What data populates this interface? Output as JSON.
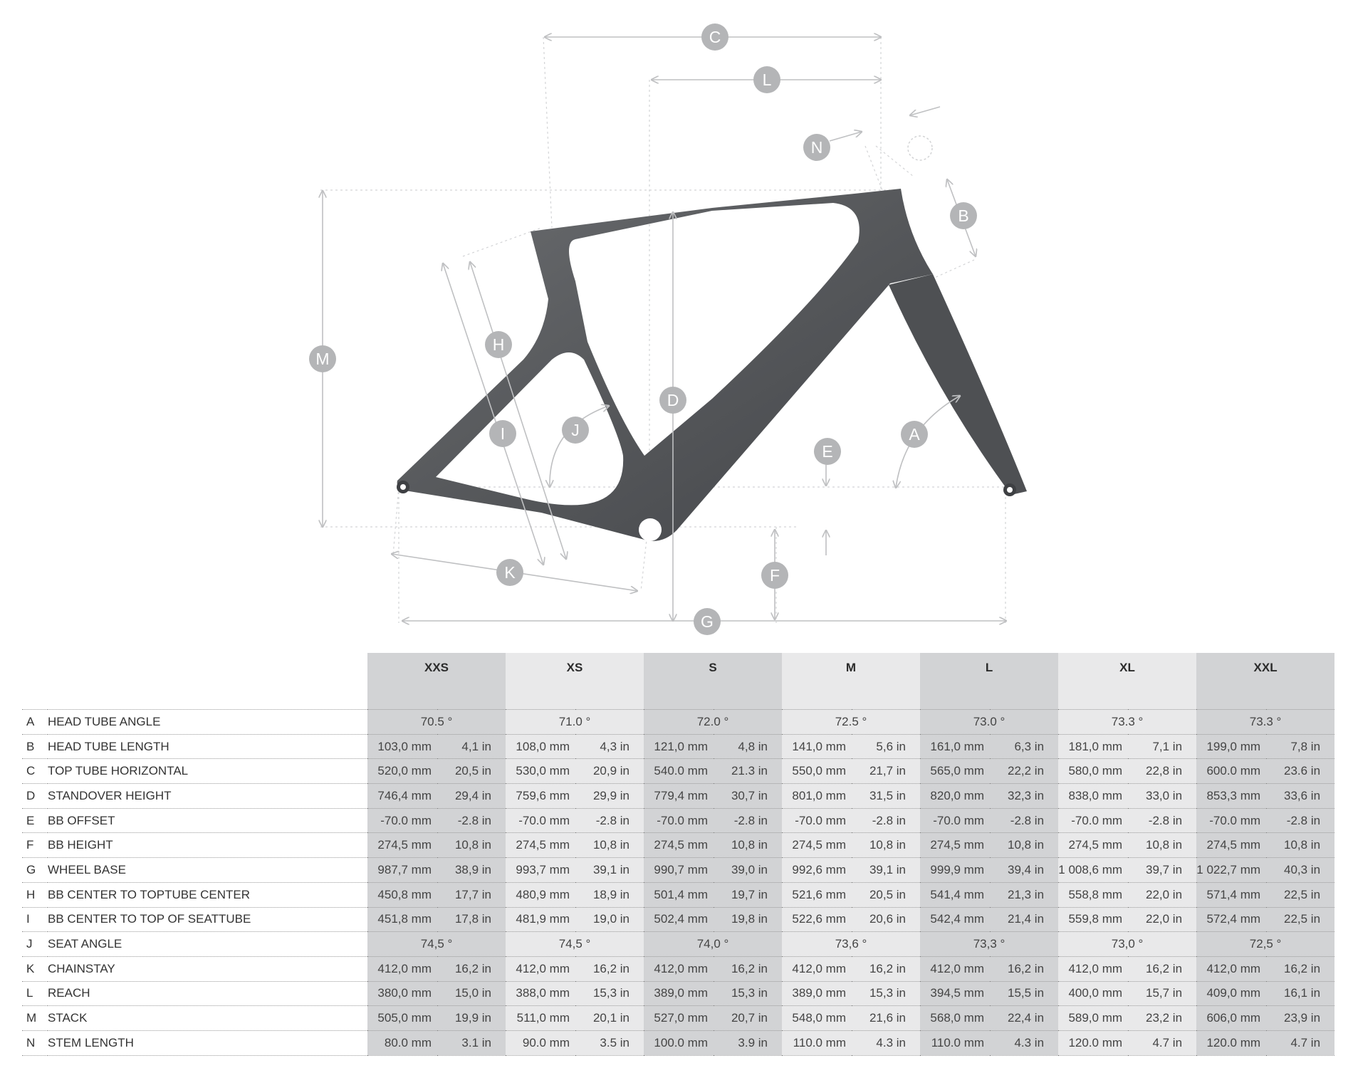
{
  "diagram": {
    "markers": [
      "A",
      "B",
      "C",
      "D",
      "E",
      "F",
      "G",
      "H",
      "I",
      "J",
      "K",
      "L",
      "M",
      "N"
    ]
  },
  "table": {
    "sizes": [
      "XXS",
      "XS",
      "S",
      "M",
      "L",
      "XL",
      "XXL"
    ],
    "rows": [
      {
        "letter": "A",
        "label": "HEAD TUBE ANGLE",
        "span": true,
        "values": [
          "70.5 °",
          "71.0 °",
          "72.0 °",
          "72.5 °",
          "73.0 °",
          "73.3 °",
          "73.3 °"
        ]
      },
      {
        "letter": "B",
        "label": "HEAD TUBE LENGTH",
        "values": [
          [
            "103,0 mm",
            "4,1 in"
          ],
          [
            "108,0 mm",
            "4,3 in"
          ],
          [
            "121,0 mm",
            "4,8 in"
          ],
          [
            "141,0 mm",
            "5,6 in"
          ],
          [
            "161,0 mm",
            "6,3 in"
          ],
          [
            "181,0 mm",
            "7,1 in"
          ],
          [
            "199,0 mm",
            "7,8 in"
          ]
        ]
      },
      {
        "letter": "C",
        "label": "TOP TUBE HORIZONTAL",
        "values": [
          [
            "520,0 mm",
            "20,5 in"
          ],
          [
            "530,0 mm",
            "20,9 in"
          ],
          [
            "540.0 mm",
            "21.3 in"
          ],
          [
            "550,0 mm",
            "21,7 in"
          ],
          [
            "565,0 mm",
            "22,2 in"
          ],
          [
            "580,0 mm",
            "22,8 in"
          ],
          [
            "600.0 mm",
            "23.6 in"
          ]
        ]
      },
      {
        "letter": "D",
        "label": "STANDOVER HEIGHT",
        "values": [
          [
            "746,4 mm",
            "29,4 in"
          ],
          [
            "759,6 mm",
            "29,9 in"
          ],
          [
            "779,4 mm",
            "30,7 in"
          ],
          [
            "801,0 mm",
            "31,5 in"
          ],
          [
            "820,0 mm",
            "32,3 in"
          ],
          [
            "838,0 mm",
            "33,0 in"
          ],
          [
            "853,3 mm",
            "33,6 in"
          ]
        ]
      },
      {
        "letter": "E",
        "label": "BB OFFSET",
        "values": [
          [
            "-70.0 mm",
            "-2.8 in"
          ],
          [
            "-70.0 mm",
            "-2.8 in"
          ],
          [
            "-70.0 mm",
            "-2.8 in"
          ],
          [
            "-70.0 mm",
            "-2.8 in"
          ],
          [
            "-70.0 mm",
            "-2.8 in"
          ],
          [
            "-70.0 mm",
            "-2.8 in"
          ],
          [
            "-70.0 mm",
            "-2.8 in"
          ]
        ]
      },
      {
        "letter": "F",
        "label": "BB HEIGHT",
        "values": [
          [
            "274,5 mm",
            "10,8 in"
          ],
          [
            "274,5 mm",
            "10,8 in"
          ],
          [
            "274,5 mm",
            "10,8 in"
          ],
          [
            "274,5 mm",
            "10,8 in"
          ],
          [
            "274,5 mm",
            "10,8 in"
          ],
          [
            "274,5 mm",
            "10,8 in"
          ],
          [
            "274,5 mm",
            "10,8 in"
          ]
        ]
      },
      {
        "letter": "G",
        "label": "WHEEL BASE",
        "values": [
          [
            "987,7 mm",
            "38,9 in"
          ],
          [
            "993,7 mm",
            "39,1 in"
          ],
          [
            "990,7 mm",
            "39,0 in"
          ],
          [
            "992,6 mm",
            "39,1 in"
          ],
          [
            "999,9 mm",
            "39,4 in"
          ],
          [
            "1 008,6 mm",
            "39,7 in"
          ],
          [
            "1 022,7 mm",
            "40,3 in"
          ]
        ]
      },
      {
        "letter": "H",
        "label": "BB CENTER TO TOPTUBE CENTER",
        "values": [
          [
            "450,8 mm",
            "17,7 in"
          ],
          [
            "480,9 mm",
            "18,9 in"
          ],
          [
            "501,4 mm",
            "19,7 in"
          ],
          [
            "521,6 mm",
            "20,5 in"
          ],
          [
            "541,4 mm",
            "21,3 in"
          ],
          [
            "558,8 mm",
            "22,0 in"
          ],
          [
            "571,4 mm",
            "22,5 in"
          ]
        ]
      },
      {
        "letter": "I",
        "label": "BB CENTER TO TOP OF SEATTUBE",
        "values": [
          [
            "451,8 mm",
            "17,8 in"
          ],
          [
            "481,9 mm",
            "19,0 in"
          ],
          [
            "502,4 mm",
            "19,8 in"
          ],
          [
            "522,6 mm",
            "20,6 in"
          ],
          [
            "542,4 mm",
            "21,4 in"
          ],
          [
            "559,8 mm",
            "22,0 in"
          ],
          [
            "572,4 mm",
            "22,5 in"
          ]
        ]
      },
      {
        "letter": "J",
        "label": "SEAT ANGLE",
        "span": true,
        "values": [
          "74,5 °",
          "74,5 °",
          "74,0 °",
          "73,6 °",
          "73,3 °",
          "73,0 °",
          "72,5 °"
        ]
      },
      {
        "letter": "K",
        "label": "CHAINSTAY",
        "values": [
          [
            "412,0 mm",
            "16,2 in"
          ],
          [
            "412,0 mm",
            "16,2 in"
          ],
          [
            "412,0 mm",
            "16,2 in"
          ],
          [
            "412,0 mm",
            "16,2 in"
          ],
          [
            "412,0 mm",
            "16,2 in"
          ],
          [
            "412,0 mm",
            "16,2 in"
          ],
          [
            "412,0 mm",
            "16,2 in"
          ]
        ]
      },
      {
        "letter": "L",
        "label": "REACH",
        "values": [
          [
            "380,0 mm",
            "15,0 in"
          ],
          [
            "388,0 mm",
            "15,3 in"
          ],
          [
            "389,0 mm",
            "15,3 in"
          ],
          [
            "389,0 mm",
            "15,3 in"
          ],
          [
            "394,5 mm",
            "15,5 in"
          ],
          [
            "400,0 mm",
            "15,7 in"
          ],
          [
            "409,0 mm",
            "16,1 in"
          ]
        ]
      },
      {
        "letter": "M",
        "label": "STACK",
        "values": [
          [
            "505,0 mm",
            "19,9 in"
          ],
          [
            "511,0 mm",
            "20,1 in"
          ],
          [
            "527,0 mm",
            "20,7 in"
          ],
          [
            "548,0 mm",
            "21,6 in"
          ],
          [
            "568,0 mm",
            "22,4 in"
          ],
          [
            "589,0 mm",
            "23,2 in"
          ],
          [
            "606,0 mm",
            "23,9 in"
          ]
        ]
      },
      {
        "letter": "N",
        "label": "STEM LENGTH",
        "values": [
          [
            "80.0 mm",
            "3.1 in"
          ],
          [
            "90.0 mm",
            "3.5 in"
          ],
          [
            "100.0 mm",
            "3.9 in"
          ],
          [
            "110.0 mm",
            "4.3 in"
          ],
          [
            "110.0 mm",
            "4.3 in"
          ],
          [
            "120.0 mm",
            "4.7 in"
          ],
          [
            "120.0 mm",
            "4.7 in"
          ]
        ]
      }
    ]
  },
  "colors": {
    "frame": "#55575a",
    "marker": "#b4b5b7",
    "dim_line": "#c4c5c7",
    "column_dark": "#d2d3d5",
    "column_light": "#e9e9ea"
  }
}
